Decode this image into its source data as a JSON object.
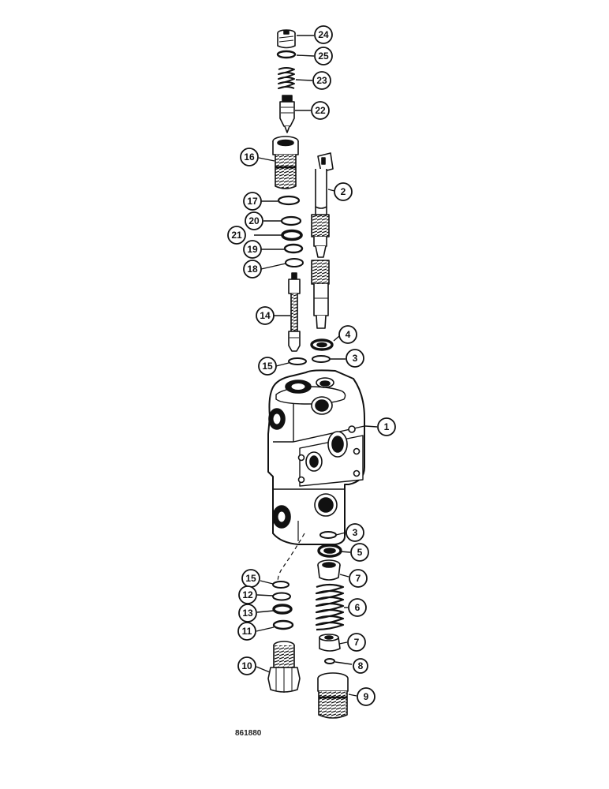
{
  "figure_number": "861880",
  "callouts": {
    "c24": "24",
    "c25": "25",
    "c23": "23",
    "c22": "22",
    "c16": "16",
    "c2": "2",
    "c17": "17",
    "c20": "20",
    "c21": "21",
    "c19": "19",
    "c18": "18",
    "c14": "14",
    "c4": "4",
    "c3a": "3",
    "c15a": "15",
    "c1": "1",
    "c3b": "3",
    "c5": "5",
    "c15b": "15",
    "c7a": "7",
    "c12": "12",
    "c6": "6",
    "c13": "13",
    "c11": "11",
    "c7b": "7",
    "c8": "8",
    "c10": "10",
    "c9": "9"
  }
}
